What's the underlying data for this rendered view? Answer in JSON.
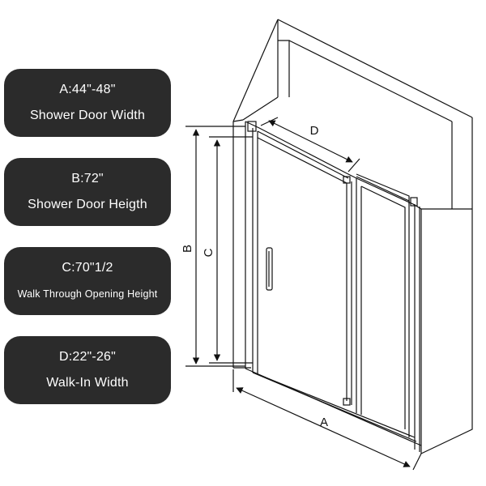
{
  "cards": [
    {
      "line1": "A:44\"-48\"",
      "line2": "Shower Door Width"
    },
    {
      "line1": "B:72\"",
      "line2": "Shower Door Heigth"
    },
    {
      "line1": "C:70\"1/2",
      "line2": "Walk Through Opening Height"
    },
    {
      "line1": "D:22\"-26\"",
      "line2": "Walk-In Width"
    }
  ],
  "diagram": {
    "label_a": "A",
    "label_b": "B",
    "label_c": "C",
    "label_d": "D"
  }
}
